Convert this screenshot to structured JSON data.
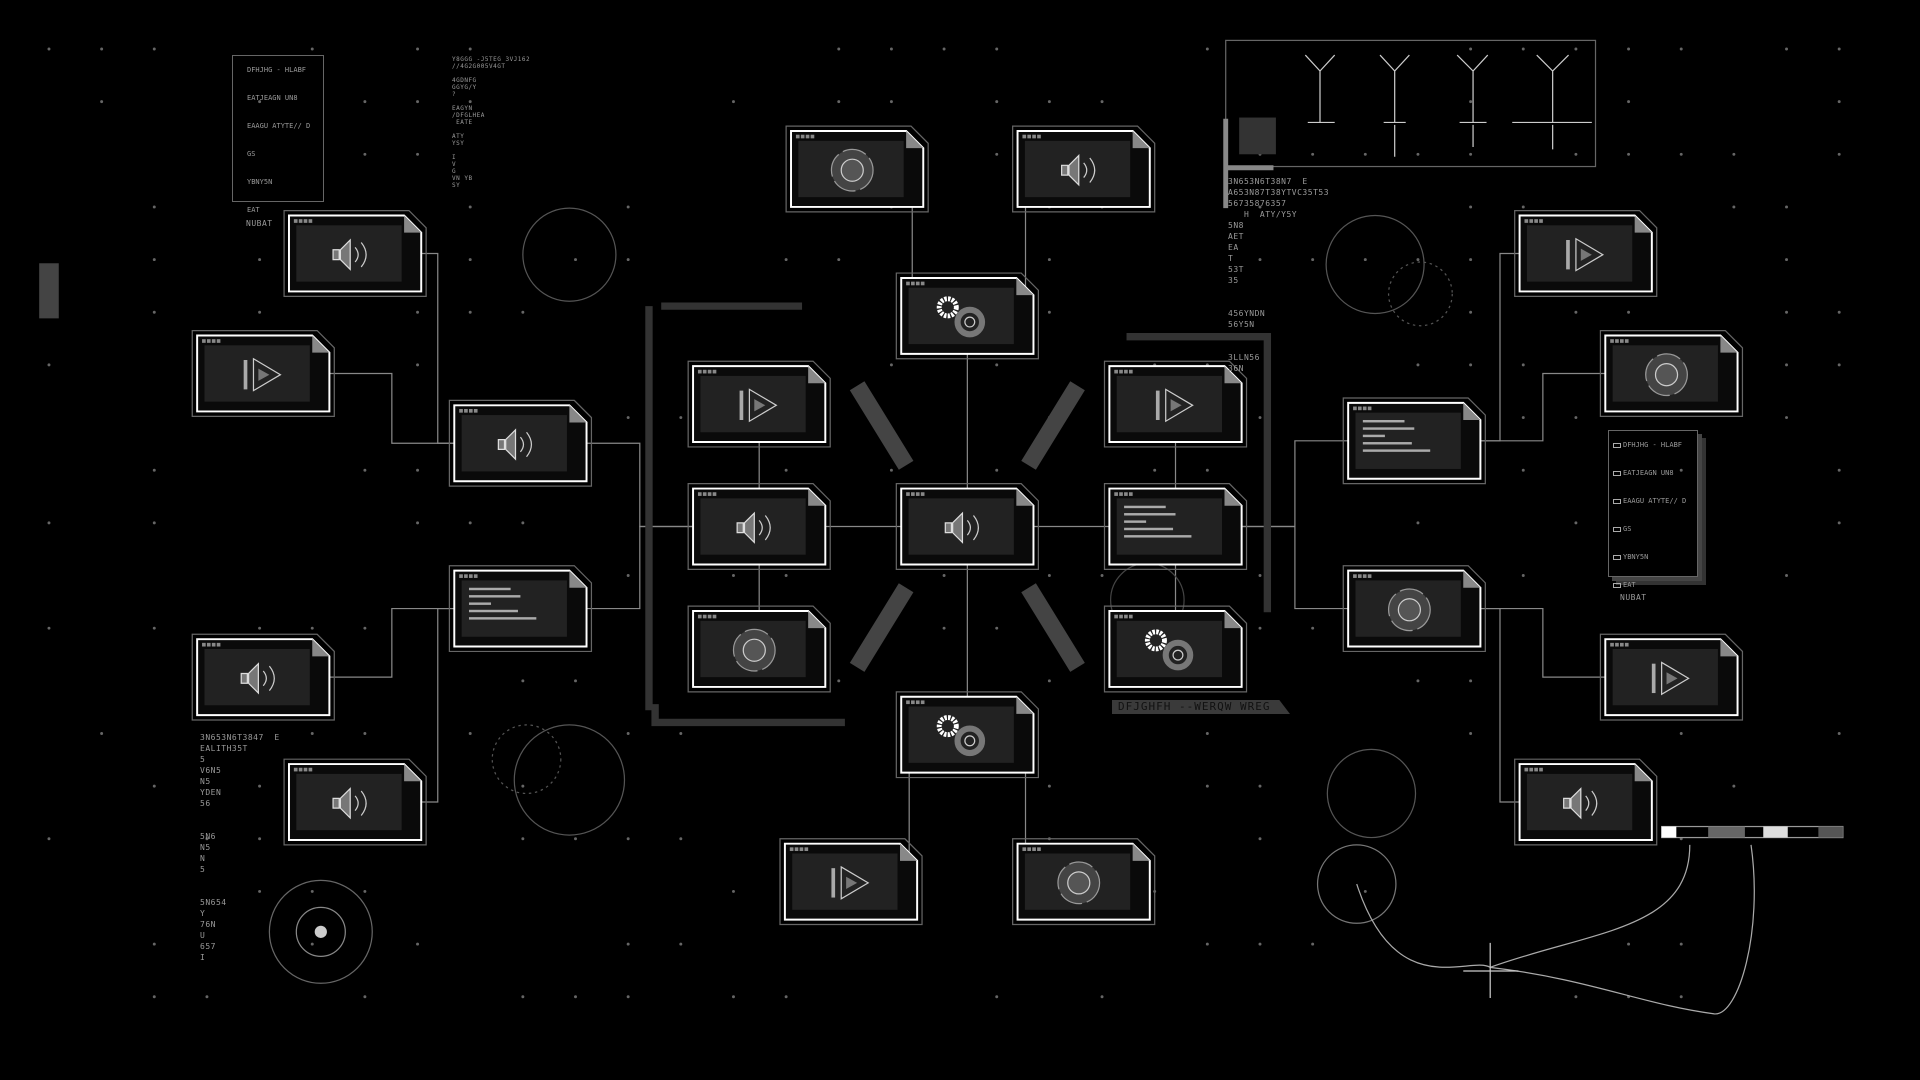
{
  "colors": {
    "background": "#000000",
    "card_frame": "#ffffff",
    "card_fill": "#222222",
    "line": "#aaaaaa",
    "dim": "#555555"
  },
  "menu_panel_left": {
    "items": [
      "DFHJHG - HLABF",
      "EATJEAGN UN8",
      "EAAGU ATYTE// D",
      "GS",
      "YBNY5N",
      "EAT"
    ],
    "footer": "NUBAT"
  },
  "menu_panel_right": {
    "items": [
      "DFHJHG - HLABF",
      "EATJEAGN UN8",
      "EAAGU ATYTE// D",
      "GS",
      "YBNY5N",
      "EAT"
    ],
    "footer": "NUBAT"
  },
  "top_note": "Y8GGG -J5TEG 3VJ162\n//4G2G005V4GT\n\n4GDNFG\nGGYG/Y\n?\n\nEAGYN\n/DFGLHEA\n EATE\n\nATY\nYSY\n\nI\nV\nG\nVN YB\nSY",
  "right_note": "3N653N6T38N7  E\nA653N87T38YTVC35T53\n56735876357\n   H  ATY/Y5Y\n5N8\nAET\nEA\nT\n53T\n35\n\n\n456YNDN\n56Y5N\n\n\n3LLN56\n36N",
  "left_note": "3N653N6T3847  E\nEALITH35T\n5\nV6N5\nN5\nYDEN\n56\n\n\n5N6\nN5\nN\n5\n\n\n5N654\nY\n76N\nU\n657\nI",
  "banner": "DFJGHFH --WERQW WREG",
  "nodes": [
    {
      "icon": "disc-icon"
    },
    {
      "icon": "speaker-icon"
    },
    {
      "icon": "speaker-icon"
    },
    {
      "icon": "play-icon"
    },
    {
      "icon": "speaker-icon"
    },
    {
      "icon": "gears-icon"
    },
    {
      "icon": "play-icon"
    },
    {
      "icon": "play-icon"
    },
    {
      "icon": "speaker-icon"
    },
    {
      "icon": "speaker-icon"
    },
    {
      "icon": "text-lines-icon"
    },
    {
      "icon": "text-lines-icon"
    },
    {
      "icon": "disc-icon"
    },
    {
      "icon": "gears-icon"
    },
    {
      "icon": "speaker-icon"
    },
    {
      "icon": "gears-icon"
    },
    {
      "icon": "speaker-icon"
    },
    {
      "icon": "play-icon"
    },
    {
      "icon": "disc-icon"
    },
    {
      "icon": "play-icon"
    },
    {
      "icon": "disc-icon"
    },
    {
      "icon": "text-lines-icon"
    },
    {
      "icon": "disc-icon"
    },
    {
      "icon": "play-icon"
    },
    {
      "icon": "speaker-icon"
    }
  ]
}
